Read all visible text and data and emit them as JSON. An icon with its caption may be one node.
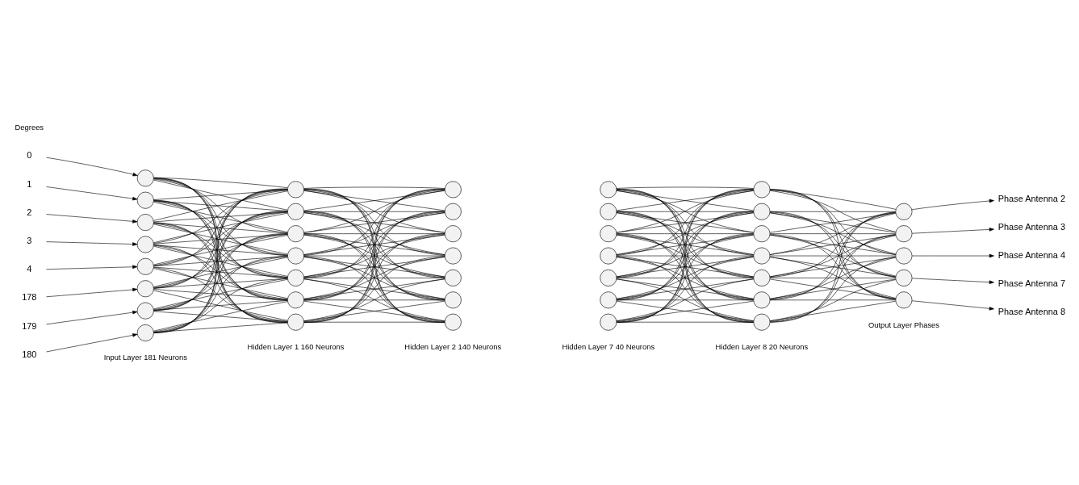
{
  "diagram": {
    "nodes": [
      {
        "text": [
          "0"
        ]
      },
      {
        "text": [
          "1"
        ]
      },
      {
        "text": [
          "2"
        ]
      },
      {
        "text": [
          "3"
        ]
      },
      {
        "text": [
          "4"
        ]
      },
      {
        "text": [
          "178"
        ]
      },
      {
        "text": [
          "179"
        ]
      },
      {
        "text": [
          "180"
        ]
      },
      {
        "text": [],
        "shape": "circle"
      },
      {
        "text": [],
        "shape": "circle"
      },
      {
        "text": [],
        "shape": "circle"
      },
      {
        "text": [],
        "shape": "circle"
      },
      {
        "text": [],
        "shape": "circle"
      },
      {
        "text": [],
        "shape": "circle"
      },
      {
        "text": [],
        "shape": "circle"
      },
      {
        "text": [],
        "shape": "circle"
      },
      {
        "text": [],
        "shape": "circle"
      },
      {
        "text": [],
        "shape": "circle"
      },
      {
        "text": [],
        "shape": "circle"
      },
      {
        "text": [],
        "shape": "circle"
      },
      {
        "text": [],
        "shape": "circle"
      },
      {
        "text": [],
        "shape": "circle"
      },
      {
        "text": [],
        "shape": "circle"
      },
      {
        "text": [],
        "shape": "circle"
      },
      {
        "text": [],
        "shape": "circle"
      },
      {
        "text": [],
        "shape": "circle"
      },
      {
        "text": [],
        "shape": "circle"
      },
      {
        "text": [],
        "shape": "circle"
      },
      {
        "text": [],
        "shape": "circle"
      },
      {
        "text": [],
        "shape": "circle"
      },
      {
        "text": [],
        "shape": "circle"
      },
      {
        "text": [],
        "shape": "circle"
      },
      {
        "text": [],
        "shape": "circle"
      },
      {
        "text": [],
        "shape": "circle"
      },
      {
        "text": [],
        "shape": "circle"
      },
      {
        "text": [],
        "shape": "circle"
      },
      {
        "text": [],
        "shape": "circle"
      },
      {
        "text": [],
        "shape": "circle"
      },
      {
        "text": [],
        "shape": "circle"
      },
      {
        "text": [],
        "shape": "circle"
      },
      {
        "text": [],
        "shape": "circle"
      },
      {
        "text": [],
        "shape": "circle"
      },
      {
        "text": [],
        "shape": "circle"
      },
      {
        "text": [],
        "shape": "circle"
      },
      {
        "text": [],
        "shape": "circle"
      },
      {
        "text": [],
        "shape": "circle"
      },
      {
        "text": [],
        "shape": "circle"
      },
      {
        "text": [],
        "shape": "circle"
      },
      {
        "text": [],
        "shape": "circle"
      },
      {
        "text": [
          "Phase Antenna 2"
        ]
      },
      {
        "text": [
          "Phase Antenna 3"
        ]
      },
      {
        "text": [
          "Phase Antenna 4"
        ]
      },
      {
        "text": [
          "Phase Antenna 7"
        ]
      },
      {
        "text": [
          "Phase Antenna 8"
        ]
      }
    ],
    "edges": [
      {
        "from": 0,
        "to": 8,
        "arrow": "to"
      },
      {
        "from": 1,
        "to": 9,
        "arrow": "to"
      },
      {
        "from": 2,
        "to": 10,
        "arrow": "to"
      },
      {
        "from": 3,
        "to": 11,
        "arrow": "to"
      },
      {
        "from": 4,
        "to": 12,
        "arrow": "to"
      },
      {
        "from": 5,
        "to": 13,
        "arrow": "to"
      },
      {
        "from": 6,
        "to": 14,
        "arrow": "to"
      },
      {
        "from": 7,
        "to": 15,
        "arrow": "to"
      },
      {
        "from": 8,
        "to": 16,
        "arrow": "none"
      },
      {
        "from": 8,
        "to": 17,
        "arrow": "none"
      },
      {
        "from": 8,
        "to": 18,
        "arrow": "none"
      },
      {
        "from": 8,
        "to": 19,
        "arrow": "none"
      },
      {
        "from": 8,
        "to": 20,
        "arrow": "none"
      },
      {
        "from": 8,
        "to": 21,
        "arrow": "none"
      },
      {
        "from": 8,
        "to": 22,
        "arrow": "none"
      },
      {
        "from": 9,
        "to": 16,
        "arrow": "none"
      },
      {
        "from": 9,
        "to": 17,
        "arrow": "none"
      },
      {
        "from": 9,
        "to": 18,
        "arrow": "none"
      },
      {
        "from": 9,
        "to": 19,
        "arrow": "none"
      },
      {
        "from": 9,
        "to": 20,
        "arrow": "none"
      },
      {
        "from": 9,
        "to": 21,
        "arrow": "none"
      },
      {
        "from": 9,
        "to": 22,
        "arrow": "none"
      },
      {
        "from": 10,
        "to": 16,
        "arrow": "none"
      },
      {
        "from": 10,
        "to": 17,
        "arrow": "none"
      },
      {
        "from": 10,
        "to": 18,
        "arrow": "none"
      },
      {
        "from": 10,
        "to": 19,
        "arrow": "none"
      },
      {
        "from": 10,
        "to": 20,
        "arrow": "none"
      },
      {
        "from": 10,
        "to": 21,
        "arrow": "none"
      },
      {
        "from": 10,
        "to": 22,
        "arrow": "none"
      },
      {
        "from": 11,
        "to": 16,
        "arrow": "none"
      },
      {
        "from": 11,
        "to": 17,
        "arrow": "none"
      },
      {
        "from": 11,
        "to": 18,
        "arrow": "none"
      },
      {
        "from": 11,
        "to": 19,
        "arrow": "none"
      },
      {
        "from": 11,
        "to": 20,
        "arrow": "none"
      },
      {
        "from": 11,
        "to": 21,
        "arrow": "none"
      },
      {
        "from": 11,
        "to": 22,
        "arrow": "none"
      },
      {
        "from": 12,
        "to": 16,
        "arrow": "none"
      },
      {
        "from": 12,
        "to": 17,
        "arrow": "none"
      },
      {
        "from": 12,
        "to": 18,
        "arrow": "none"
      },
      {
        "from": 12,
        "to": 19,
        "arrow": "none"
      },
      {
        "from": 12,
        "to": 20,
        "arrow": "none"
      },
      {
        "from": 12,
        "to": 21,
        "arrow": "none"
      },
      {
        "from": 12,
        "to": 22,
        "arrow": "none"
      },
      {
        "from": 13,
        "to": 16,
        "arrow": "none"
      },
      {
        "from": 13,
        "to": 17,
        "arrow": "none"
      },
      {
        "from": 13,
        "to": 18,
        "arrow": "none"
      },
      {
        "from": 13,
        "to": 19,
        "arrow": "none"
      },
      {
        "from": 13,
        "to": 20,
        "arrow": "none"
      },
      {
        "from": 13,
        "to": 21,
        "arrow": "none"
      },
      {
        "from": 13,
        "to": 22,
        "arrow": "none"
      },
      {
        "from": 14,
        "to": 16,
        "arrow": "none"
      },
      {
        "from": 14,
        "to": 17,
        "arrow": "none"
      },
      {
        "from": 14,
        "to": 18,
        "arrow": "none"
      },
      {
        "from": 14,
        "to": 19,
        "arrow": "none"
      },
      {
        "from": 14,
        "to": 20,
        "arrow": "none"
      },
      {
        "from": 14,
        "to": 21,
        "arrow": "none"
      },
      {
        "from": 14,
        "to": 22,
        "arrow": "none"
      },
      {
        "from": 15,
        "to": 16,
        "arrow": "none"
      },
      {
        "from": 15,
        "to": 17,
        "arrow": "none"
      },
      {
        "from": 15,
        "to": 18,
        "arrow": "none"
      },
      {
        "from": 15,
        "to": 19,
        "arrow": "none"
      },
      {
        "from": 15,
        "to": 20,
        "arrow": "none"
      },
      {
        "from": 15,
        "to": 21,
        "arrow": "none"
      },
      {
        "from": 15,
        "to": 22,
        "arrow": "none"
      },
      {
        "from": 16,
        "to": 23,
        "arrow": "none"
      },
      {
        "from": 16,
        "to": 24,
        "arrow": "none"
      },
      {
        "from": 16,
        "to": 25,
        "arrow": "none"
      },
      {
        "from": 16,
        "to": 26,
        "arrow": "none"
      },
      {
        "from": 16,
        "to": 27,
        "arrow": "none"
      },
      {
        "from": 16,
        "to": 28,
        "arrow": "none"
      },
      {
        "from": 16,
        "to": 29,
        "arrow": "none"
      },
      {
        "from": 17,
        "to": 23,
        "arrow": "none"
      },
      {
        "from": 17,
        "to": 24,
        "arrow": "none"
      },
      {
        "from": 17,
        "to": 25,
        "arrow": "none"
      },
      {
        "from": 17,
        "to": 26,
        "arrow": "none"
      },
      {
        "from": 17,
        "to": 27,
        "arrow": "none"
      },
      {
        "from": 17,
        "to": 28,
        "arrow": "none"
      },
      {
        "from": 17,
        "to": 29,
        "arrow": "none"
      },
      {
        "from": 18,
        "to": 23,
        "arrow": "none"
      },
      {
        "from": 18,
        "to": 24,
        "arrow": "none"
      },
      {
        "from": 18,
        "to": 25,
        "arrow": "none"
      },
      {
        "from": 18,
        "to": 26,
        "arrow": "none"
      },
      {
        "from": 18,
        "to": 27,
        "arrow": "none"
      },
      {
        "from": 18,
        "to": 28,
        "arrow": "none"
      },
      {
        "from": 18,
        "to": 29,
        "arrow": "none"
      },
      {
        "from": 19,
        "to": 23,
        "arrow": "none"
      },
      {
        "from": 19,
        "to": 24,
        "arrow": "none"
      },
      {
        "from": 19,
        "to": 25,
        "arrow": "none"
      },
      {
        "from": 19,
        "to": 26,
        "arrow": "none"
      },
      {
        "from": 19,
        "to": 27,
        "arrow": "none"
      },
      {
        "from": 19,
        "to": 28,
        "arrow": "none"
      },
      {
        "from": 19,
        "to": 29,
        "arrow": "none"
      },
      {
        "from": 20,
        "to": 23,
        "arrow": "none"
      },
      {
        "from": 20,
        "to": 24,
        "arrow": "none"
      },
      {
        "from": 20,
        "to": 25,
        "arrow": "none"
      },
      {
        "from": 20,
        "to": 26,
        "arrow": "none"
      },
      {
        "from": 20,
        "to": 27,
        "arrow": "none"
      },
      {
        "from": 20,
        "to": 28,
        "arrow": "none"
      },
      {
        "from": 20,
        "to": 29,
        "arrow": "none"
      },
      {
        "from": 21,
        "to": 23,
        "arrow": "none"
      },
      {
        "from": 21,
        "to": 24,
        "arrow": "none"
      },
      {
        "from": 21,
        "to": 25,
        "arrow": "none"
      },
      {
        "from": 21,
        "to": 26,
        "arrow": "none"
      },
      {
        "from": 21,
        "to": 27,
        "arrow": "none"
      },
      {
        "from": 21,
        "to": 28,
        "arrow": "none"
      },
      {
        "from": 21,
        "to": 29,
        "arrow": "none"
      },
      {
        "from": 22,
        "to": 23,
        "arrow": "none"
      },
      {
        "from": 22,
        "to": 24,
        "arrow": "none"
      },
      {
        "from": 22,
        "to": 25,
        "arrow": "none"
      },
      {
        "from": 22,
        "to": 26,
        "arrow": "none"
      },
      {
        "from": 22,
        "to": 27,
        "arrow": "none"
      },
      {
        "from": 22,
        "to": 28,
        "arrow": "none"
      },
      {
        "from": 22,
        "to": 29,
        "arrow": "none"
      },
      {
        "from": 30,
        "to": 37,
        "arrow": "none"
      },
      {
        "from": 30,
        "to": 38,
        "arrow": "none"
      },
      {
        "from": 30,
        "to": 39,
        "arrow": "none"
      },
      {
        "from": 30,
        "to": 40,
        "arrow": "none"
      },
      {
        "from": 30,
        "to": 41,
        "arrow": "none"
      },
      {
        "from": 30,
        "to": 42,
        "arrow": "none"
      },
      {
        "from": 30,
        "to": 43,
        "arrow": "none"
      },
      {
        "from": 31,
        "to": 37,
        "arrow": "none"
      },
      {
        "from": 31,
        "to": 38,
        "arrow": "none"
      },
      {
        "from": 31,
        "to": 39,
        "arrow": "none"
      },
      {
        "from": 31,
        "to": 40,
        "arrow": "none"
      },
      {
        "from": 31,
        "to": 41,
        "arrow": "none"
      },
      {
        "from": 31,
        "to": 42,
        "arrow": "none"
      },
      {
        "from": 31,
        "to": 43,
        "arrow": "none"
      },
      {
        "from": 32,
        "to": 37,
        "arrow": "none"
      },
      {
        "from": 32,
        "to": 38,
        "arrow": "none"
      },
      {
        "from": 32,
        "to": 39,
        "arrow": "none"
      },
      {
        "from": 32,
        "to": 40,
        "arrow": "none"
      },
      {
        "from": 32,
        "to": 41,
        "arrow": "none"
      },
      {
        "from": 32,
        "to": 42,
        "arrow": "none"
      },
      {
        "from": 32,
        "to": 43,
        "arrow": "none"
      },
      {
        "from": 33,
        "to": 37,
        "arrow": "none"
      },
      {
        "from": 33,
        "to": 38,
        "arrow": "none"
      },
      {
        "from": 33,
        "to": 39,
        "arrow": "none"
      },
      {
        "from": 33,
        "to": 40,
        "arrow": "none"
      },
      {
        "from": 33,
        "to": 41,
        "arrow": "none"
      },
      {
        "from": 33,
        "to": 42,
        "arrow": "none"
      },
      {
        "from": 33,
        "to": 43,
        "arrow": "none"
      },
      {
        "from": 34,
        "to": 37,
        "arrow": "none"
      },
      {
        "from": 34,
        "to": 38,
        "arrow": "none"
      },
      {
        "from": 34,
        "to": 39,
        "arrow": "none"
      },
      {
        "from": 34,
        "to": 40,
        "arrow": "none"
      },
      {
        "from": 34,
        "to": 41,
        "arrow": "none"
      },
      {
        "from": 34,
        "to": 42,
        "arrow": "none"
      },
      {
        "from": 34,
        "to": 43,
        "arrow": "none"
      },
      {
        "from": 35,
        "to": 37,
        "arrow": "none"
      },
      {
        "from": 35,
        "to": 38,
        "arrow": "none"
      },
      {
        "from": 35,
        "to": 39,
        "arrow": "none"
      },
      {
        "from": 35,
        "to": 40,
        "arrow": "none"
      },
      {
        "from": 35,
        "to": 41,
        "arrow": "none"
      },
      {
        "from": 35,
        "to": 42,
        "arrow": "none"
      },
      {
        "from": 35,
        "to": 43,
        "arrow": "none"
      },
      {
        "from": 36,
        "to": 37,
        "arrow": "none"
      },
      {
        "from": 36,
        "to": 38,
        "arrow": "none"
      },
      {
        "from": 36,
        "to": 39,
        "arrow": "none"
      },
      {
        "from": 36,
        "to": 40,
        "arrow": "none"
      },
      {
        "from": 36,
        "to": 41,
        "arrow": "none"
      },
      {
        "from": 36,
        "to": 42,
        "arrow": "none"
      },
      {
        "from": 36,
        "to": 43,
        "arrow": "none"
      },
      {
        "from": 37,
        "to": 44,
        "arrow": "none"
      },
      {
        "from": 37,
        "to": 45,
        "arrow": "none"
      },
      {
        "from": 37,
        "to": 46,
        "arrow": "none"
      },
      {
        "from": 37,
        "to": 47,
        "arrow": "none"
      },
      {
        "from": 37,
        "to": 48,
        "arrow": "none"
      },
      {
        "from": 38,
        "to": 44,
        "arrow": "none"
      },
      {
        "from": 38,
        "to": 45,
        "arrow": "none"
      },
      {
        "from": 38,
        "to": 46,
        "arrow": "none"
      },
      {
        "from": 38,
        "to": 47,
        "arrow": "none"
      },
      {
        "from": 38,
        "to": 48,
        "arrow": "none"
      },
      {
        "from": 39,
        "to": 44,
        "arrow": "none"
      },
      {
        "from": 39,
        "to": 45,
        "arrow": "none"
      },
      {
        "from": 39,
        "to": 46,
        "arrow": "none"
      },
      {
        "from": 39,
        "to": 47,
        "arrow": "none"
      },
      {
        "from": 39,
        "to": 48,
        "arrow": "none"
      },
      {
        "from": 40,
        "to": 44,
        "arrow": "none"
      },
      {
        "from": 40,
        "to": 45,
        "arrow": "none"
      },
      {
        "from": 40,
        "to": 46,
        "arrow": "none"
      },
      {
        "from": 40,
        "to": 47,
        "arrow": "none"
      },
      {
        "from": 40,
        "to": 48,
        "arrow": "none"
      },
      {
        "from": 41,
        "to": 44,
        "arrow": "none"
      },
      {
        "from": 41,
        "to": 45,
        "arrow": "none"
      },
      {
        "from": 41,
        "to": 46,
        "arrow": "none"
      },
      {
        "from": 41,
        "to": 47,
        "arrow": "none"
      },
      {
        "from": 41,
        "to": 48,
        "arrow": "none"
      },
      {
        "from": 42,
        "to": 44,
        "arrow": "none"
      },
      {
        "from": 42,
        "to": 45,
        "arrow": "none"
      },
      {
        "from": 42,
        "to": 46,
        "arrow": "none"
      },
      {
        "from": 42,
        "to": 47,
        "arrow": "none"
      },
      {
        "from": 42,
        "to": 48,
        "arrow": "none"
      },
      {
        "from": 43,
        "to": 44,
        "arrow": "none"
      },
      {
        "from": 43,
        "to": 45,
        "arrow": "none"
      },
      {
        "from": 43,
        "to": 46,
        "arrow": "none"
      },
      {
        "from": 43,
        "to": 47,
        "arrow": "none"
      },
      {
        "from": 43,
        "to": 48,
        "arrow": "none"
      },
      {
        "from": 44,
        "to": 49,
        "arrow": "to"
      },
      {
        "from": 45,
        "to": 50,
        "arrow": "to"
      },
      {
        "from": 46,
        "to": 51,
        "arrow": "to"
      },
      {
        "from": 47,
        "to": 52,
        "arrow": "to"
      },
      {
        "from": 48,
        "to": 53,
        "arrow": "to"
      }
    ],
    "labels": [
      "Degrees",
      "Input Layer 181 Neurons",
      "Hidden Layer 1 160 Neurons",
      "Hidden Layer 2 140 Neurons",
      "Hidden Layer 7 40 Neurons",
      "Hidden Layer 8 20 Neurons",
      "Output Layer Phases"
    ]
  }
}
